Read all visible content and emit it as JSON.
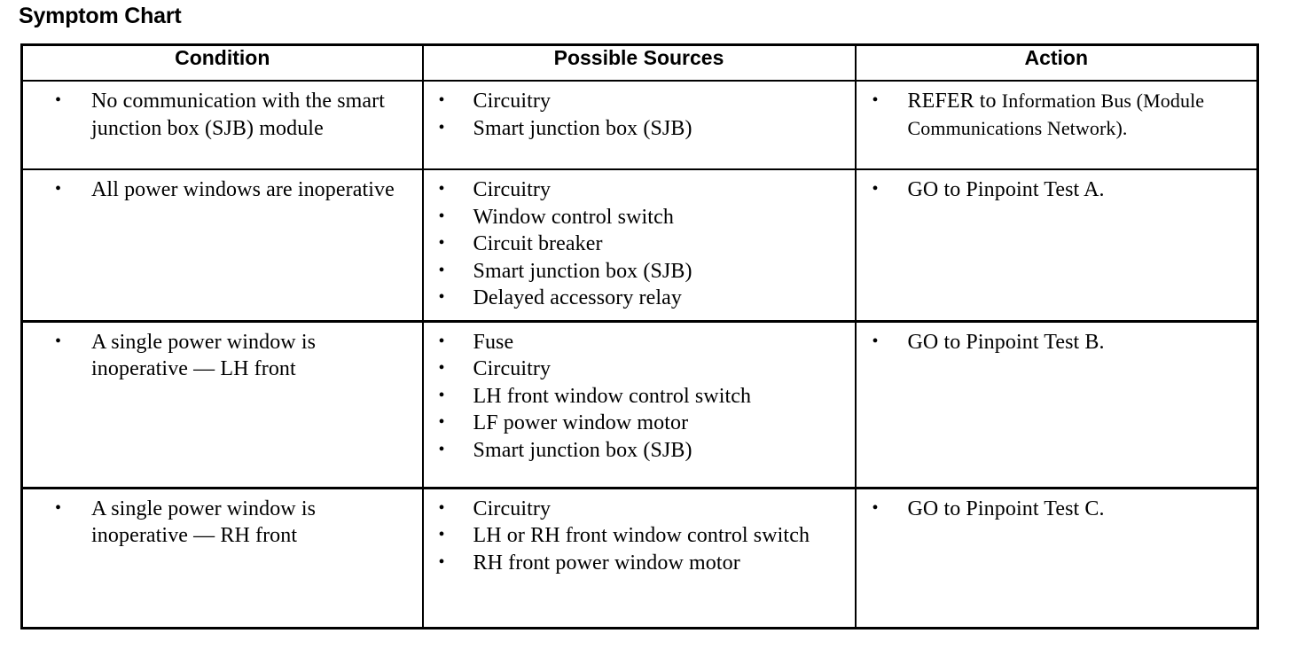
{
  "page": {
    "title": "Symptom Chart"
  },
  "table": {
    "headers": [
      "Condition",
      "Possible Sources",
      "Action"
    ],
    "rows": [
      {
        "condition": [
          "No communication with the smart junction box (SJB) module"
        ],
        "sources": [
          "Circuitry",
          "Smart junction box (SJB)"
        ],
        "action_lead": "REFER to ",
        "action_ref": "Information Bus (Module Communications Network).",
        "action": [
          "REFER to Information Bus (Module Communications Network)."
        ]
      },
      {
        "condition": [
          "All power windows are inoperative"
        ],
        "sources": [
          "Circuitry",
          "Window control switch",
          "Circuit breaker",
          "Smart junction box (SJB)",
          "Delayed accessory relay"
        ],
        "action": [
          "GO to Pinpoint Test A."
        ]
      },
      {
        "condition": [
          "A single power window is inoperative — LH front"
        ],
        "sources": [
          "Fuse",
          "Circuitry",
          "LH front window control switch",
          "LF power window motor",
          "Smart junction box (SJB)"
        ],
        "action": [
          "GO to Pinpoint Test B."
        ]
      },
      {
        "condition": [
          "A single power window is inoperative — RH front"
        ],
        "sources": [
          "Circuitry",
          "LH or RH front window control switch",
          "RH front power window motor"
        ],
        "action": [
          "GO to Pinpoint Test C."
        ]
      }
    ]
  }
}
